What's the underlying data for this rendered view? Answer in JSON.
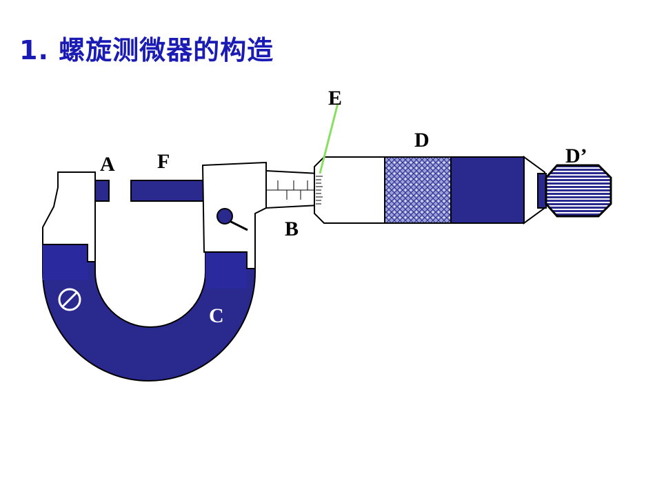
{
  "slide": {
    "title": "1. 螺旋测微器的构造"
  },
  "labels": {
    "A": "A",
    "F": "F",
    "E": "E",
    "D": "D",
    "D_prime": "D’",
    "B": "B",
    "C": "C"
  },
  "colors": {
    "title": "#1a1ab4",
    "frame": "#2a2a8e",
    "pointer_line": "#88e060"
  }
}
